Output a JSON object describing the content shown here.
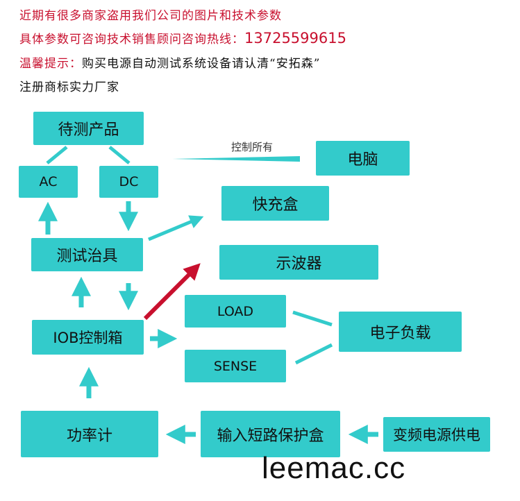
{
  "notice": {
    "line1": "近期有很多商家盗用我们公司的图片和技术参数",
    "line2_prefix": "具体参数可咨询技术销售顾问咨询热线：",
    "line2_phone": "13725599615",
    "line3_prefix": "温馨提示：",
    "line3_rest": "购买电源自动测试系统设备请认清“安拓森”",
    "line4": "注册商标实力厂家"
  },
  "nodes": {
    "product": "待测产品",
    "ac": "AC",
    "dc": "DC",
    "computer": "电脑",
    "fast_charge": "快充盒",
    "fixture": "测试治具",
    "oscilloscope": "示波器",
    "iob": "IOB控制箱",
    "load": "LOAD",
    "sense": "SENSE",
    "e_load": "电子负载",
    "power_meter": "功率计",
    "short_box": "输入短路保护盒",
    "vf_source": "变频电源供电"
  },
  "edge_labels": {
    "control_all": "控制所有"
  },
  "watermark": "leemac.cc",
  "colors": {
    "box": "#33cbcb",
    "arrow": "#33cbcb",
    "highlight_arrow": "#c8102e",
    "notice_red": "#c8102e"
  }
}
